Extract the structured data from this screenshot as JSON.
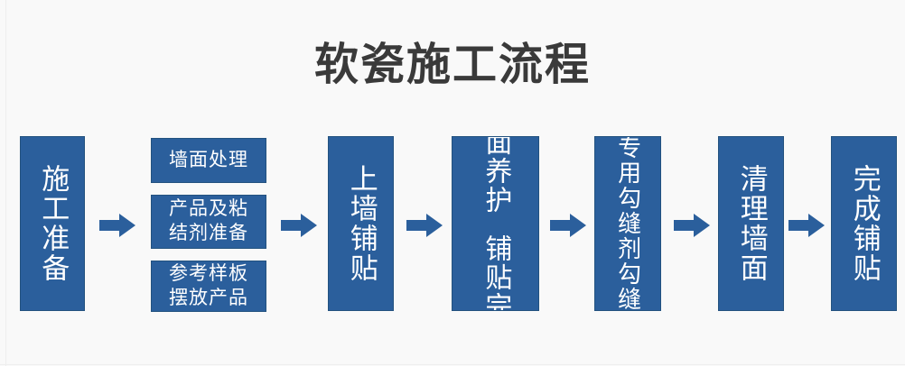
{
  "page": {
    "title": "软瓷施工流程",
    "background_color": "#f9f9f9",
    "title_color": "#3a3a3a",
    "box_fill_color": "#2b5f9c",
    "box_border_color": "#23527f",
    "box_text_color": "#ffffff",
    "arrow_color": "#2b5f9c"
  },
  "flow": {
    "steps": [
      {
        "id": "step-1",
        "label": "施工准备",
        "orientation": "vertical"
      },
      {
        "id": "step-2-a",
        "label": "墙面处理",
        "orientation": "horizontal"
      },
      {
        "id": "step-2-b",
        "label": "产品及粘\n结剂准备",
        "orientation": "horizontal"
      },
      {
        "id": "step-2-c",
        "label": "参考样板\n摆放产品",
        "orientation": "horizontal"
      },
      {
        "id": "step-3",
        "label": "上墙铺贴",
        "orientation": "vertical"
      },
      {
        "id": "step-4-right",
        "label": "墙面养护",
        "orientation": "vertical"
      },
      {
        "id": "step-4-left",
        "label": "铺贴完成",
        "orientation": "vertical"
      },
      {
        "id": "step-5",
        "label": "专用勾缝剂勾缝",
        "orientation": "vertical"
      },
      {
        "id": "step-6",
        "label": "清理墙面",
        "orientation": "vertical"
      },
      {
        "id": "step-7",
        "label": "完成铺贴",
        "orientation": "vertical"
      }
    ],
    "arrows": [
      {
        "id": "arrow-1",
        "direction": "right"
      },
      {
        "id": "arrow-2",
        "direction": "right"
      },
      {
        "id": "arrow-3",
        "direction": "right"
      },
      {
        "id": "arrow-4",
        "direction": "right"
      },
      {
        "id": "arrow-5",
        "direction": "right"
      },
      {
        "id": "arrow-6",
        "direction": "right"
      }
    ]
  }
}
